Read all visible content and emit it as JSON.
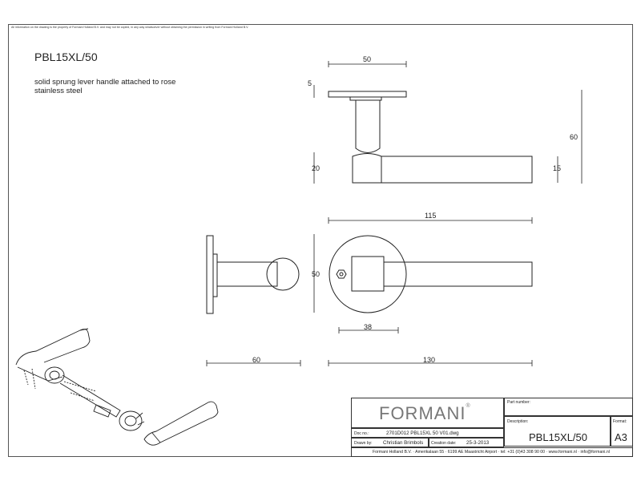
{
  "header": {
    "notice": "All information on the drawing is the property of Formani Holland B.V. and may not be copied, in any way whatsoever without obtaining the permission in writing from Formani Holland B.V."
  },
  "product": {
    "code": "PBL15XL/50",
    "description_line1": "solid sprung lever handle attached to rose",
    "description_line2": "stainless steel"
  },
  "dimensions": {
    "rose_diameter_top": "50",
    "rose_thickness": "5",
    "overall_height": "60",
    "neck_height": "20",
    "lever_thickness": "15",
    "lever_length": "115",
    "rose_diameter_front": "50",
    "square_width": "38",
    "side_projection": "60",
    "front_overall": "130"
  },
  "title_block": {
    "brand": "FORMANI",
    "brand_mark": "®",
    "part_number_label": "Part number:",
    "part_number_value": "",
    "description_label": "Description:",
    "description_value": "PBL15XL/50",
    "format_label": "Format:",
    "format_value": "A3",
    "doc_label": "Doc no.:",
    "doc_value": "2701D012 PBL15XL 50 V01.dwg",
    "drawn_label": "Drawn by:",
    "drawn_value": "Christian Brimbols",
    "created_label": "Creation date:",
    "created_value": "25-3-2013",
    "footer": "Formani Holland B.V. · Amerikalaan 55 · 6199 AE Maastricht Airport · tel: +31 (0)43 308 90 00 · www.formani.nl · info@formani.nl"
  },
  "colors": {
    "line": "#222222",
    "brand_grey": "#777777"
  }
}
